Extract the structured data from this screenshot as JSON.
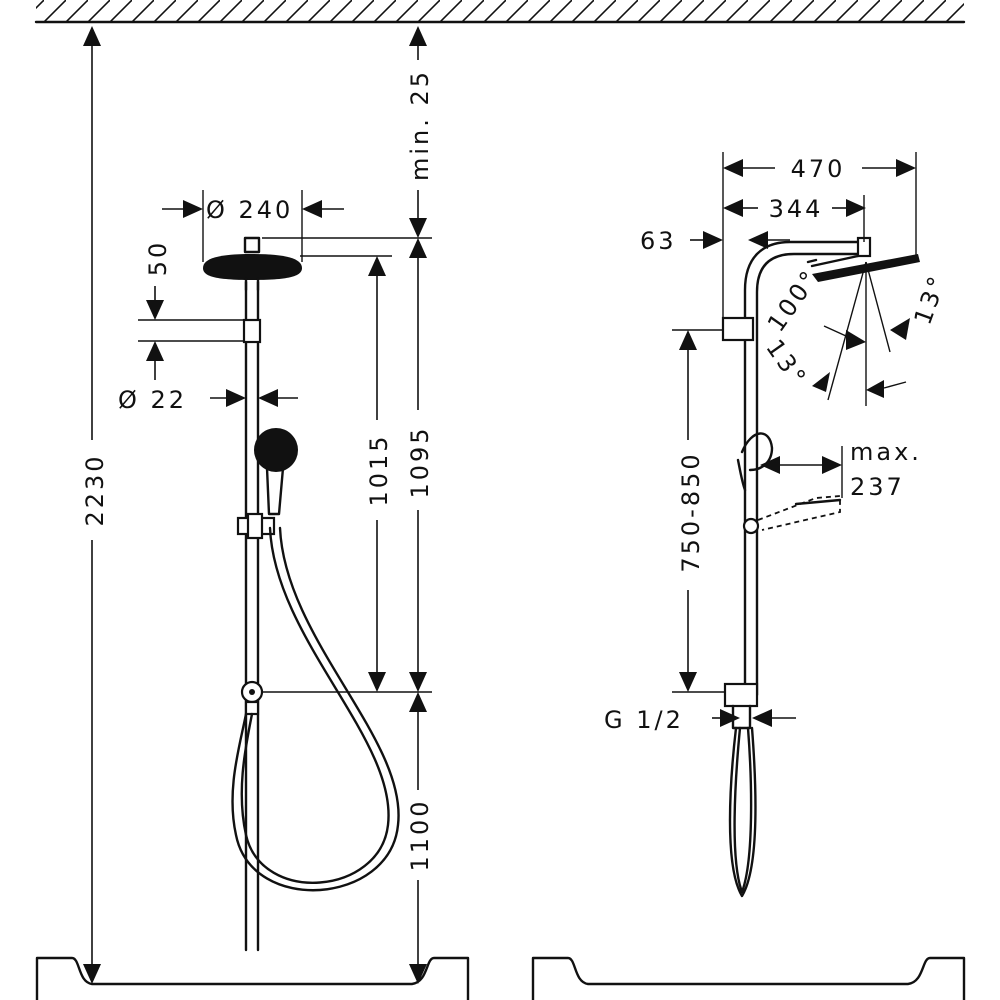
{
  "front_view": {
    "total_height": "2230",
    "ceiling_min": "min. 25",
    "head_diameter": "Ø 240",
    "head_offset": "50",
    "pipe_diameter": "Ø  22",
    "rail_length": "1015",
    "head_height": "1095",
    "valve_height": "1100"
  },
  "side_view": {
    "arm_total": "470",
    "arm_inner": "344",
    "wall_offset": "63",
    "angle_main": "100°",
    "angle_left": "13°",
    "angle_right": "13°",
    "max_label": "max.",
    "max_value": "237",
    "adjust_range": "750-850",
    "connection": "G 1/2"
  }
}
